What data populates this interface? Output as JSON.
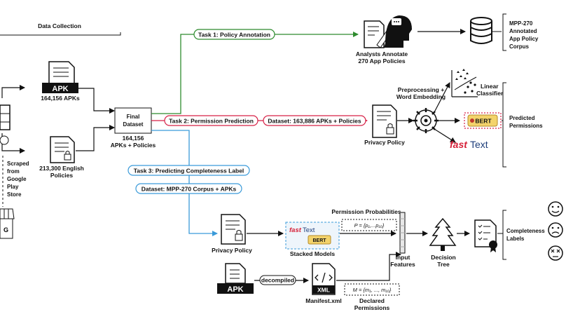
{
  "sections": {
    "data_collection": "Data Collection",
    "scraped": [
      "Scraped",
      "from",
      "Google",
      "Play",
      "Store"
    ]
  },
  "apk": {
    "badge": "APK",
    "count": "164,156 APKs"
  },
  "policies": {
    "count_line1": "213,300 English",
    "count_line2": "Policies"
  },
  "final_dataset": {
    "title_line1": "Final",
    "title_line2": "Dataset",
    "count_line1": "164,156",
    "count_line2": "APKs + Policies"
  },
  "task1": {
    "pill": "Task 1: Policy Annotation",
    "analysts_line1": "Analysts Annotate",
    "analysts_line2": "270 App Policies",
    "corpus": [
      "MPP-270",
      "Annotated",
      "App Policy",
      "Corpus"
    ]
  },
  "task2": {
    "pill": "Task 2: Permission Prediction",
    "dataset_pill": "Dataset: 163,886 APKs + Policies",
    "privacy_policy": "Privacy Policy",
    "preprocessing_line1": "Preprocessing +",
    "preprocessing_line2": "Word Embedding",
    "linear_line1": "Linear",
    "linear_line2": "Classifier",
    "bert": "BERT",
    "fasttext_a": "fast",
    "fasttext_b": "Text",
    "predicted_line1": "Predicted",
    "predicted_line2": "Permissions"
  },
  "task3": {
    "pill": "Task 3: Predicting Completeness Label",
    "dataset_pill": "Dataset: MPP-270 Corpus + APKs",
    "privacy_policy": "Privacy Policy",
    "stacked_models": "Stacked Models",
    "permission_probabilities": "Permission Probabilities",
    "p_formula": "P = {p₁,...p₁₀}",
    "input_features_line1": "Input",
    "input_features_line2": "Features",
    "decision_tree_line1": "Decision",
    "decision_tree_line2": "Tree",
    "completeness_line1": "Completeness",
    "completeness_line2": "Labels",
    "apk_badge": "APK",
    "decompiled": "decompiled",
    "xml": "XML",
    "manifest": "Manifest.xml",
    "m_formula": "M = {m₁, ..., m₁₀}",
    "declared_line1": "Declared",
    "declared_line2": "Permissions"
  },
  "colors": {
    "task1": "#2e8b2e",
    "task2": "#d62046",
    "task3": "#3a9ad9",
    "fasttext_red": "#d62038",
    "fasttext_blue": "#1e3e7a",
    "bert_bg": "#f3d36b"
  }
}
